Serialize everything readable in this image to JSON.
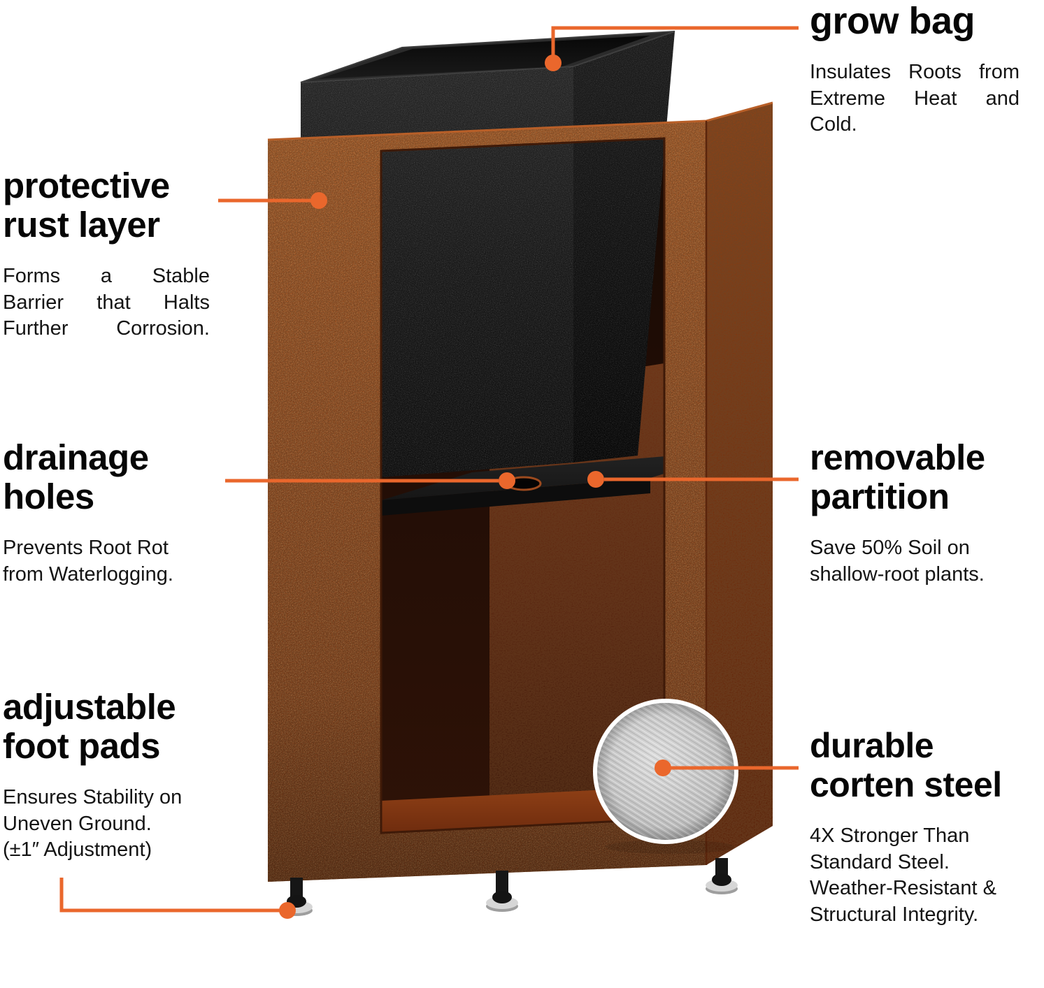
{
  "colors": {
    "accent_orange": "#EA672C",
    "corten_rust": "#8D4218",
    "bag_black": "#141414",
    "steel_gray": "#C4C4C4",
    "background": "#FFFFFF"
  },
  "callouts": {
    "grow_bag": {
      "title": "grow bag",
      "body": "Insulates Roots from\nExtreme Heat and\nCold."
    },
    "protective_rust_layer": {
      "title": "protective\nrust layer",
      "body": "Forms a Stable\nBarrier that Halts\nFurther Corrosion."
    },
    "drainage_holes": {
      "title": "drainage\nholes",
      "body": "Prevents Root Rot\nfrom Waterlogging."
    },
    "removable_partition": {
      "title": "removable\npartition",
      "body": "Save 50% Soil on\nshallow-root plants."
    },
    "adjustable_foot_pads": {
      "title": "adjustable\nfoot pads",
      "body": "Ensures Stability on\nUneven Ground.\n(±1″ Adjustment)"
    },
    "durable_corten_steel": {
      "title": "durable\ncorten steel",
      "body": "4X Stronger Than\nStandard Steel.\nWeather-Resistant &\nStructural Integrity."
    }
  }
}
